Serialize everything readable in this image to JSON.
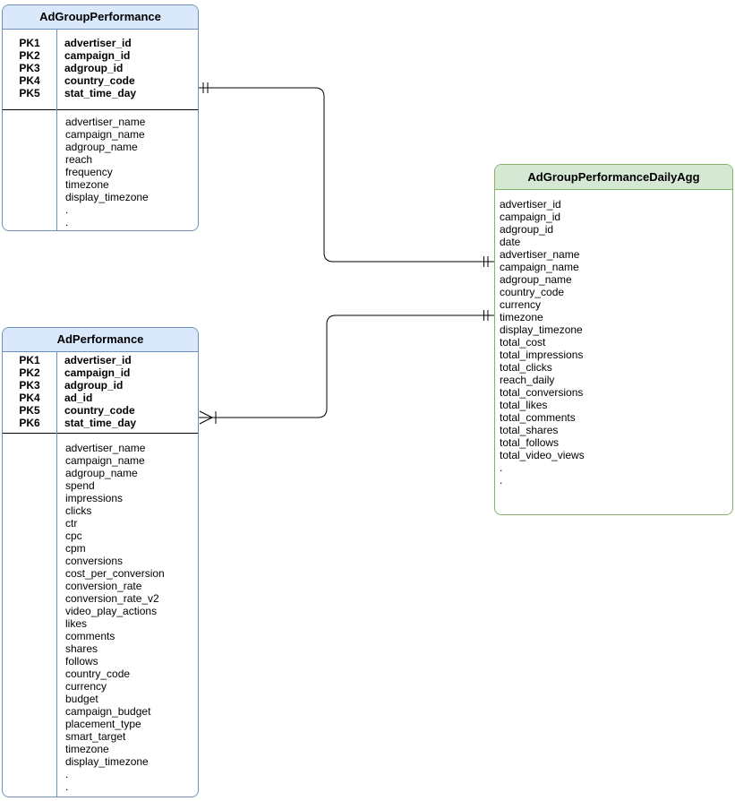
{
  "diagram": {
    "type": "entity-relationship",
    "background_color": "#ffffff",
    "connector_color": "#000000",
    "tables": [
      {
        "title": "AdGroupPerformance",
        "header_fill": "#dae8fc",
        "border_color": "#6c8ebf",
        "primary_keys": [
          {
            "label": "PK1",
            "field": "advertiser_id"
          },
          {
            "label": "PK2",
            "field": "campaign_id"
          },
          {
            "label": "PK3",
            "field": "adgroup_id"
          },
          {
            "label": "PK4",
            "field": "country_code"
          },
          {
            "label": "PK5",
            "field": "stat_time_day"
          }
        ],
        "fields": [
          "advertiser_name",
          "campaign_name",
          "adgroup_name",
          "reach",
          "frequency",
          "timezone",
          "display_timezone",
          ".",
          "."
        ]
      },
      {
        "title": "AdPerformance",
        "header_fill": "#dae8fc",
        "border_color": "#6c8ebf",
        "primary_keys": [
          {
            "label": "PK1",
            "field": "advertiser_id"
          },
          {
            "label": "PK2",
            "field": "campaign_id"
          },
          {
            "label": "PK3",
            "field": "adgroup_id"
          },
          {
            "label": "PK4",
            "field": "ad_id"
          },
          {
            "label": "PK5",
            "field": "country_code"
          },
          {
            "label": "PK6",
            "field": "stat_time_day"
          }
        ],
        "fields": [
          "advertiser_name",
          "campaign_name",
          "adgroup_name",
          "spend",
          "impressions",
          "clicks",
          "ctr",
          "cpc",
          "cpm",
          "conversions",
          "cost_per_conversion",
          "conversion_rate",
          "conversion_rate_v2",
          "video_play_actions",
          "likes",
          "comments",
          "shares",
          "follows",
          "country_code",
          "currency",
          "budget",
          "campaign_budget",
          "placement_type",
          "smart_target",
          "timezone",
          "display_timezone",
          ".",
          "."
        ]
      },
      {
        "title": "AdGroupPerformanceDailyAgg",
        "header_fill": "#d5e8d4",
        "border_color": "#82b366",
        "primary_keys": [],
        "fields": [
          "advertiser_id",
          "campaign_id",
          "adgroup_id",
          "date",
          "advertiser_name",
          "campaign_name",
          "adgroup_name",
          "country_code",
          "currency",
          "timezone",
          "display_timezone",
          "total_cost",
          "total_impressions",
          "total_clicks",
          "reach_daily",
          "total_conversions",
          "total_likes",
          "total_comments",
          "total_shares",
          "total_follows",
          "total_video_views",
          ".",
          "."
        ]
      }
    ],
    "relationships": [
      {
        "from_table": "AdGroupPerformance",
        "to_table": "AdGroupPerformanceDailyAgg",
        "from_cardinality": "one-and-only-one",
        "to_cardinality": "one-and-only-one"
      },
      {
        "from_table": "AdPerformance",
        "to_table": "AdGroupPerformanceDailyAgg",
        "from_cardinality": "many",
        "to_cardinality": "one-and-only-one"
      }
    ]
  }
}
